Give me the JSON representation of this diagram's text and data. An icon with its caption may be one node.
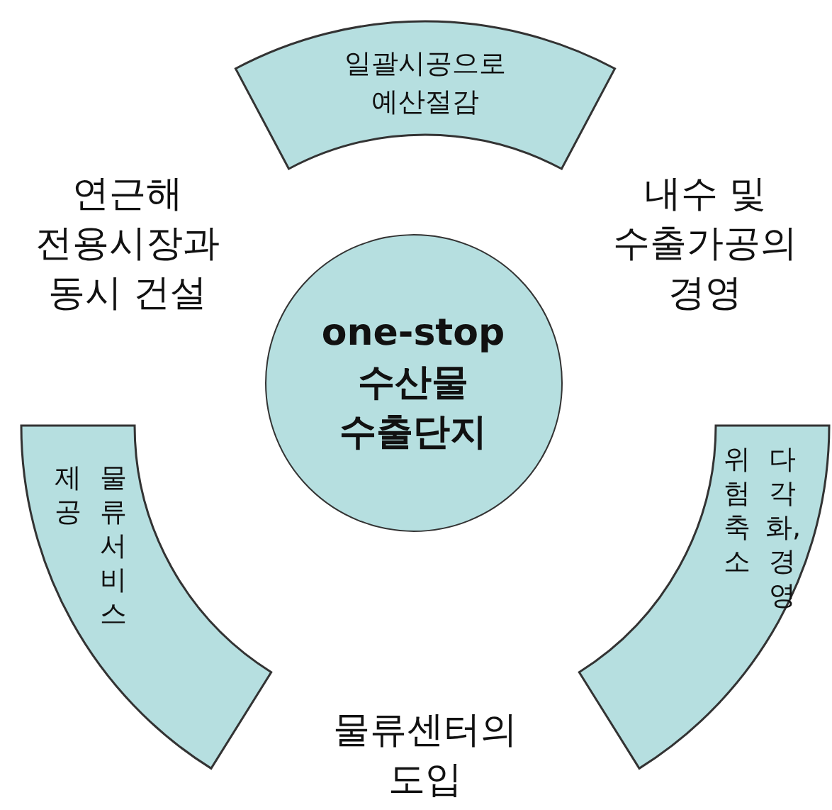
{
  "diagram": {
    "nodes": [
      {
        "text": [
          "일괄시공으로 예산절감"
        ]
      },
      {
        "text": [
          "one-stop 수산물 수출단지"
        ]
      },
      {
        "text": [
          "물류서비스 제공"
        ]
      },
      {
        "text": [
          "다각화,경영 위험 축소"
        ]
      }
    ],
    "edges": [],
    "labels": [
      "연근해 전용시장과 동시 건설",
      "내수 및 수출가공의 경영",
      "물류센터의 도입"
    ]
  }
}
